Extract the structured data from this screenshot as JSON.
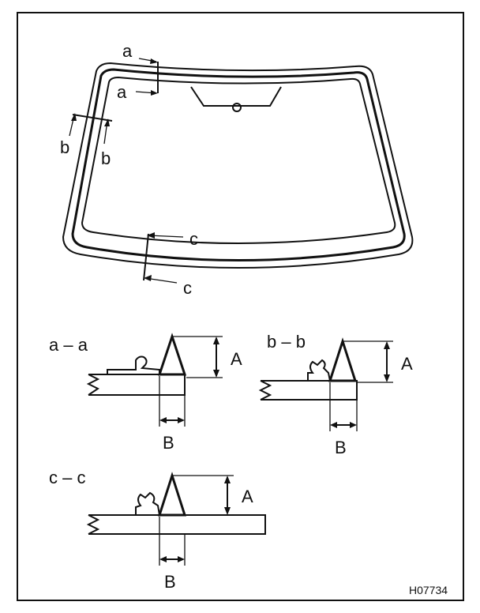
{
  "figure_code": "H07734",
  "windshield": {
    "section_labels": {
      "a_upper": "a",
      "a_lower": "a",
      "b_left": "b",
      "b_right": "b",
      "c_upper": "c",
      "c_lower": "c"
    }
  },
  "sections": {
    "aa": {
      "title": "a – a",
      "dim_height": "A",
      "dim_width": "B"
    },
    "bb": {
      "title": "b – b",
      "dim_height": "A",
      "dim_width": "B"
    },
    "cc": {
      "title": "c – c",
      "dim_height": "A",
      "dim_width": "B"
    }
  }
}
